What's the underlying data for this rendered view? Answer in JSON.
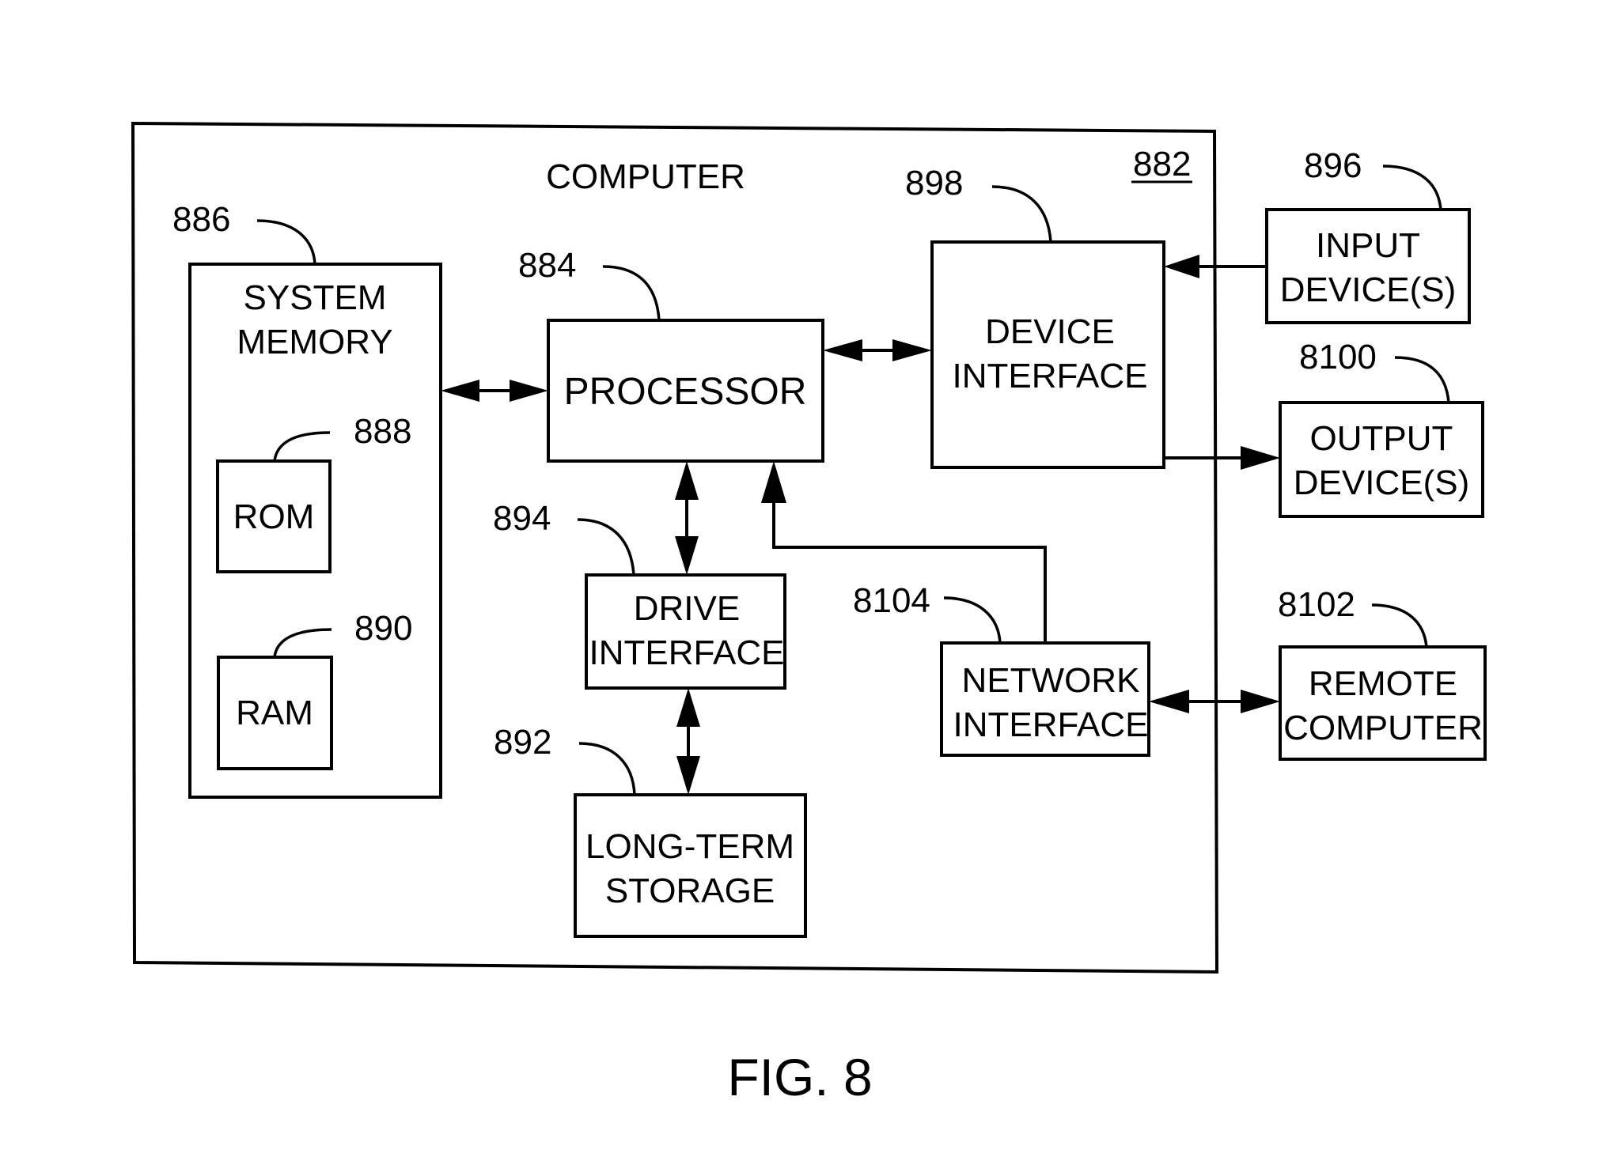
{
  "figure": {
    "caption": "FIG. 8",
    "computer": {
      "title": "COMPUTER",
      "ref": "882"
    }
  },
  "blocks": {
    "system_memory": {
      "line1": "SYSTEM",
      "line2": "MEMORY",
      "ref": "886"
    },
    "rom": {
      "label": "ROM",
      "ref": "888"
    },
    "ram": {
      "label": "RAM",
      "ref": "890"
    },
    "processor": {
      "label": "PROCESSOR",
      "ref": "884"
    },
    "drive_interface": {
      "line1": "DRIVE",
      "line2": "INTERFACE",
      "ref": "894"
    },
    "long_term_storage": {
      "line1": "LONG-TERM",
      "line2": "STORAGE",
      "ref": "892"
    },
    "device_interface": {
      "line1": "DEVICE",
      "line2": "INTERFACE",
      "ref": "898"
    },
    "network_interface": {
      "line1": "NETWORK",
      "line2": "INTERFACE",
      "ref": "8104"
    },
    "input_devices": {
      "line1": "INPUT",
      "line2": "DEVICE(S)",
      "ref": "896"
    },
    "output_devices": {
      "line1": "OUTPUT",
      "line2": "DEVICE(S)",
      "ref": "8100"
    },
    "remote_computer": {
      "line1": "REMOTE",
      "line2": "COMPUTER",
      "ref": "8102"
    }
  },
  "connections": [
    {
      "from": "system_memory",
      "to": "processor",
      "direction": "bidirectional"
    },
    {
      "from": "processor",
      "to": "device_interface",
      "direction": "bidirectional"
    },
    {
      "from": "input_devices",
      "to": "device_interface",
      "direction": "one-way"
    },
    {
      "from": "device_interface",
      "to": "output_devices",
      "direction": "one-way"
    },
    {
      "from": "processor",
      "to": "drive_interface",
      "direction": "bidirectional"
    },
    {
      "from": "drive_interface",
      "to": "long_term_storage",
      "direction": "bidirectional"
    },
    {
      "from": "network_interface",
      "to": "processor",
      "direction": "one-way"
    },
    {
      "from": "network_interface",
      "to": "remote_computer",
      "direction": "bidirectional"
    }
  ]
}
